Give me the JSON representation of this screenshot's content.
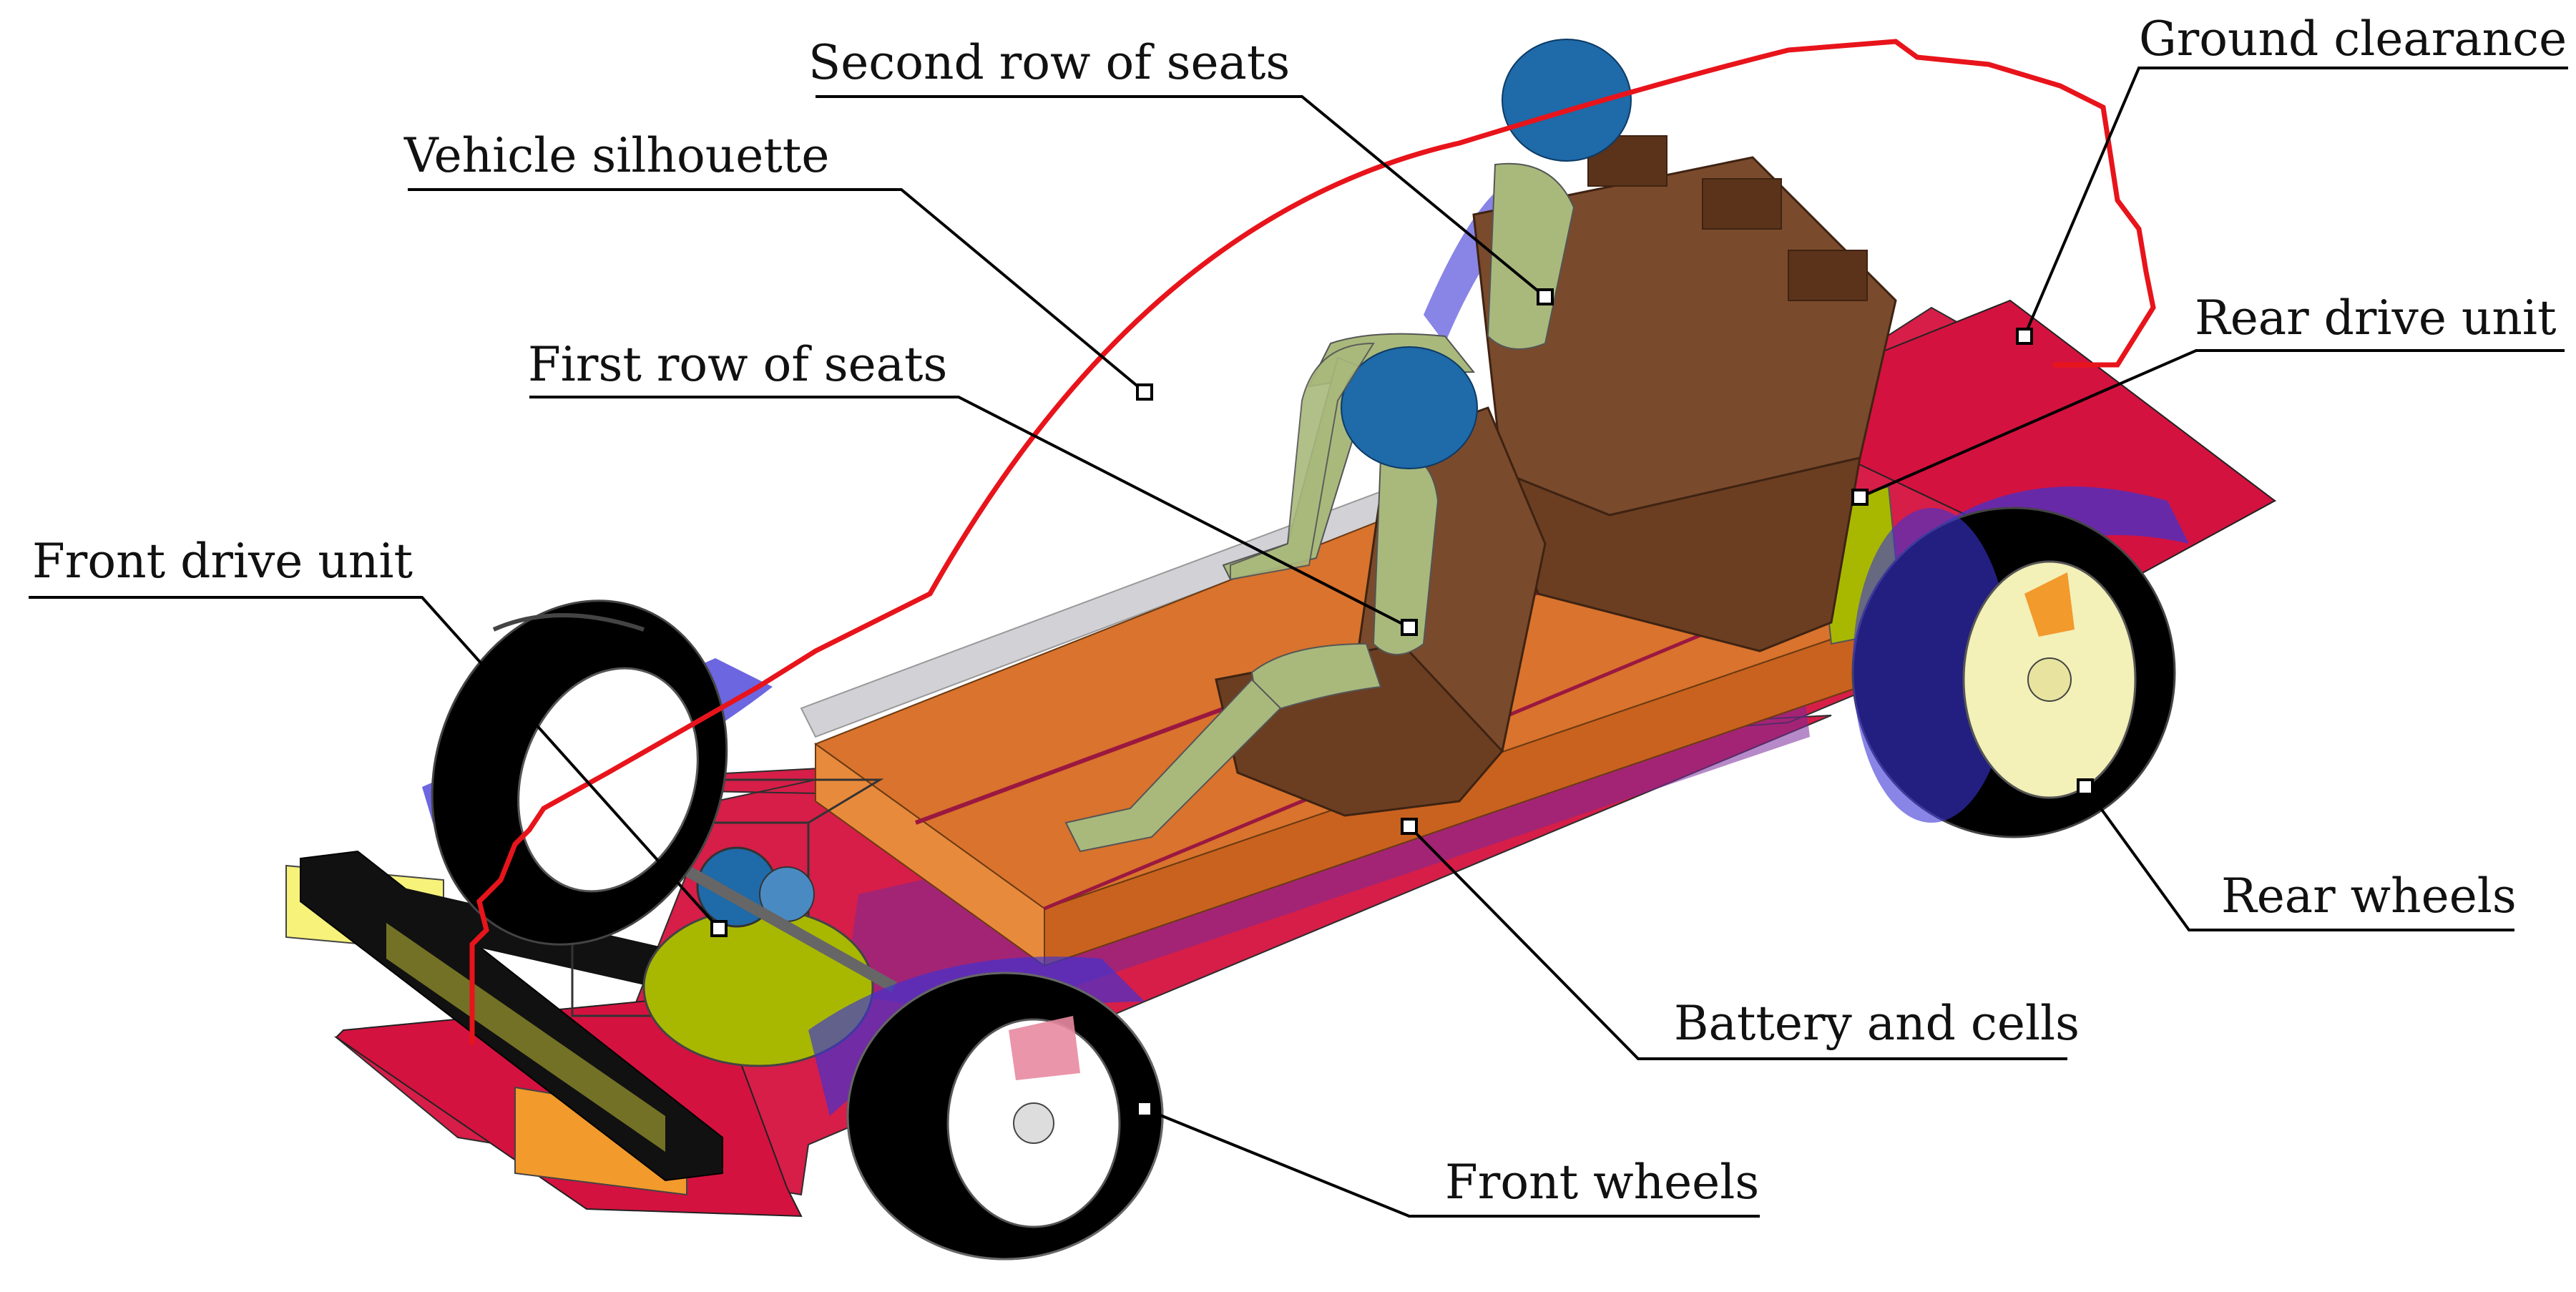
{
  "labels": {
    "second_row_of_seats": "Second row of seats",
    "ground_clearance": "Ground clearance",
    "vehicle_silhouette": "Vehicle silhouette",
    "rear_drive_unit": "Rear drive unit",
    "first_row_of_seats": "First row of seats",
    "front_drive_unit": "Front drive unit",
    "rear_wheels": "Rear wheels",
    "battery_and_cells": "Battery and cells",
    "front_wheels": "Front wheels"
  },
  "colors": {
    "silhouette": "#e8141b",
    "floor": "#d4123f",
    "battery": "#d9732d",
    "seat": "#7a4a2c",
    "occupant": "#a9b97c",
    "head": "#1f6aa8",
    "tire": "#000000",
    "rim": "#f3f0b8",
    "drive_unit": "#a8b800",
    "fender": "#3b33d6",
    "bumper_yellow": "#f6f27a",
    "bumper_orange": "#f29a2c"
  }
}
